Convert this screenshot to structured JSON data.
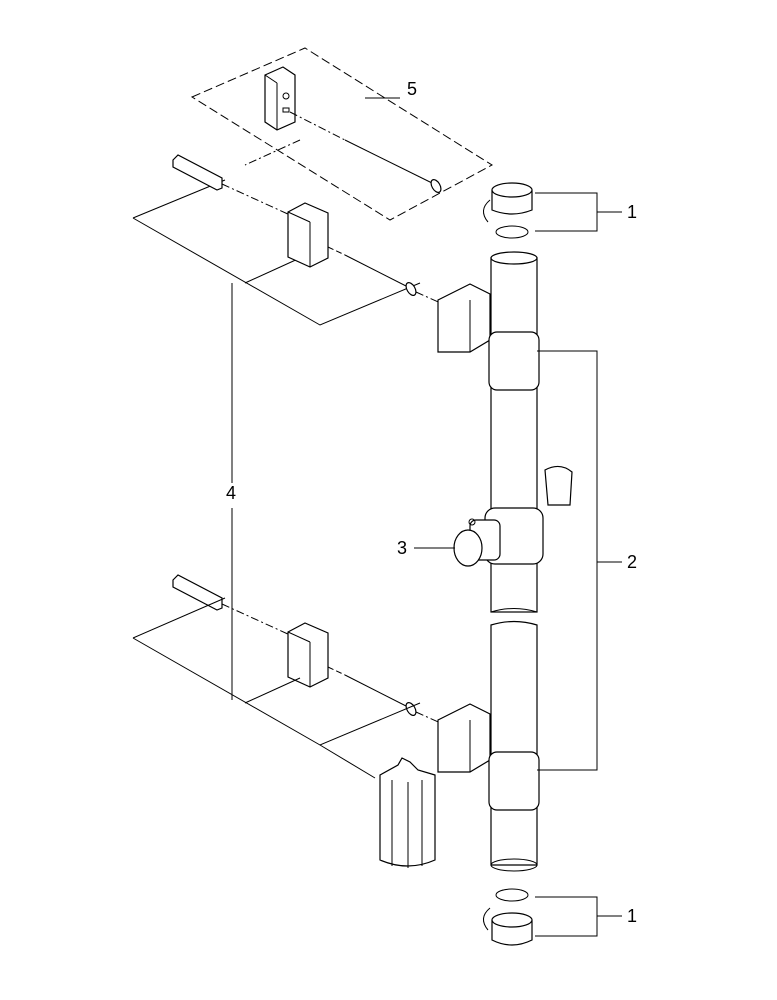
{
  "callouts": {
    "top_cap": "1",
    "rail_assembly": "2",
    "slider": "3",
    "wall_brackets": "4",
    "cover_kit": "5",
    "bottom_cap": "1"
  },
  "colors": {
    "line": "#000000",
    "background": "#ffffff"
  }
}
